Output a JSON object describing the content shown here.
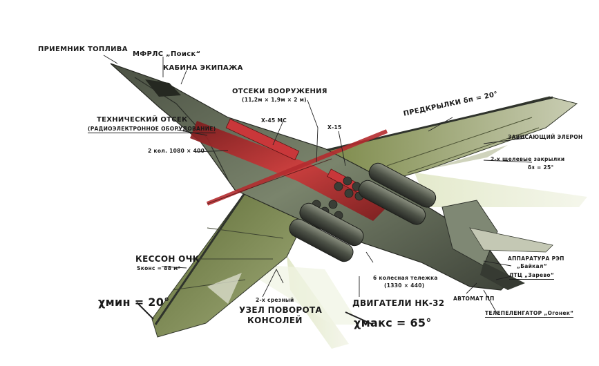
{
  "labels": {
    "fuel_receiver": "ПРИЕМНИК ТОПЛИВА",
    "mfrls": "МФРЛС „Поиск“",
    "crew_cabin": "КАБИНА ЭКИПАЖА",
    "tech_bay": "ТЕХНИЧЕСКИЙ ОТСЕК",
    "tech_bay_sub": "(РАДИОЭЛЕКТРОННОЕ ОБОРУДОВАНИЕ)",
    "nose_gear": "2 кол. 1080 × 400",
    "weapon_bays": "ОТСЕКИ ВООРУЖЕНИЯ",
    "weapon_bays_size": "(11,2м × 1,9м × 2 м)",
    "x45": "Х-45 МС",
    "x15": "Х-15",
    "slats": "ПРЕДКРЫЛКИ δп = 20°",
    "flaperon": "ЗАВИСАЮЩИЙ ЭЛЕРОН",
    "flaps": "2-х щелевые закрылки",
    "flaps_angle": "δз = 25°",
    "kesson": "КЕССОН ОЧК",
    "kesson_area": "Sконс = 88 м²",
    "x_min": "χмин = 20°",
    "pivot_title": "2-х срезный",
    "pivot_1": "УЗЕЛ ПОВОРОТА",
    "pivot_2": "КОНСОЛЕЙ",
    "bogie": "6 колесная тележка",
    "bogie_size": "(1330 × 440)",
    "engines": "ДВИГАТЕЛИ НК-32",
    "x_max": "χмакс = 65°",
    "rep_eqp": "АППАРАТУРА РЭП",
    "rep_name": "„Байкал“",
    "ltc": "ЛТЦ „Зарево“",
    "autopilot": "АВТОМАТ ПП",
    "tv_sight": "ТЕЛЕПЕЛЕНГАТОР „Огонек“"
  },
  "colors": {
    "fuselage": "#5b6650",
    "bay_red": "#b3262a",
    "green_skin": "#6f7d3a",
    "dark": "#2f332c",
    "shadow": "#e9edd6"
  }
}
